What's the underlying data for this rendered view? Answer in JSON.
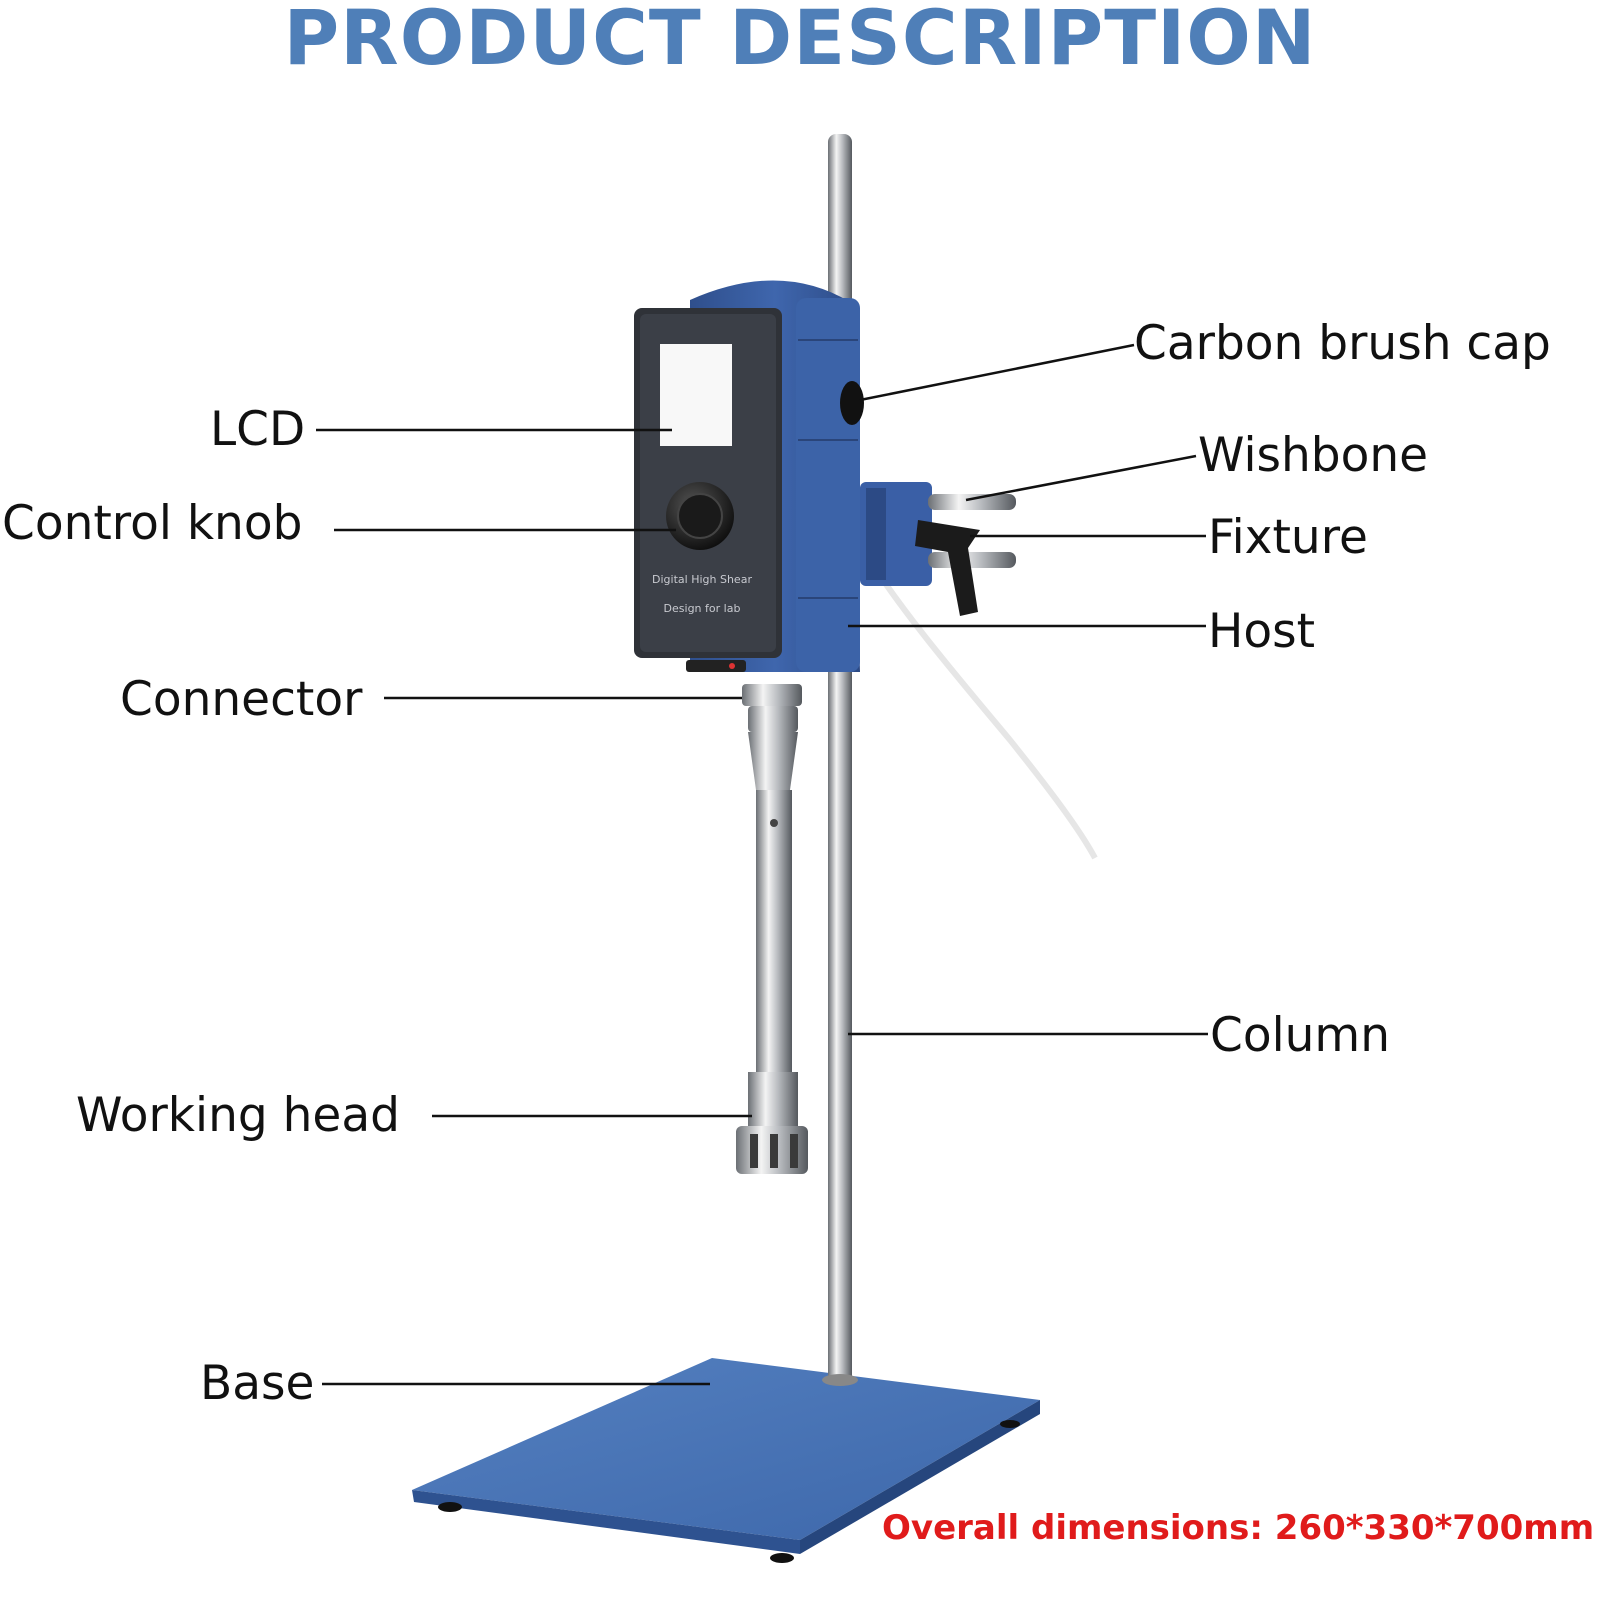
{
  "title": "PRODUCT DESCRIPTION",
  "labels": {
    "lcd": "LCD",
    "control_knob": "Control knob",
    "connector": "Connector",
    "working_head": "Working head",
    "base": "Base",
    "carbon_brush_cap": "Carbon brush cap",
    "wishbone": "Wishbone",
    "fixture": "Fixture",
    "host": "Host",
    "column": "Column"
  },
  "device_text": {
    "line1": "Digital High Shear",
    "line2": "Design for lab"
  },
  "dimensions": "Overall dimensions: 260*330*700mm",
  "colors": {
    "title": "#4f7fb8",
    "dimensions": "#e01b1b",
    "device_blue": "#3b5fa3",
    "base_blue": "#4673b5"
  }
}
